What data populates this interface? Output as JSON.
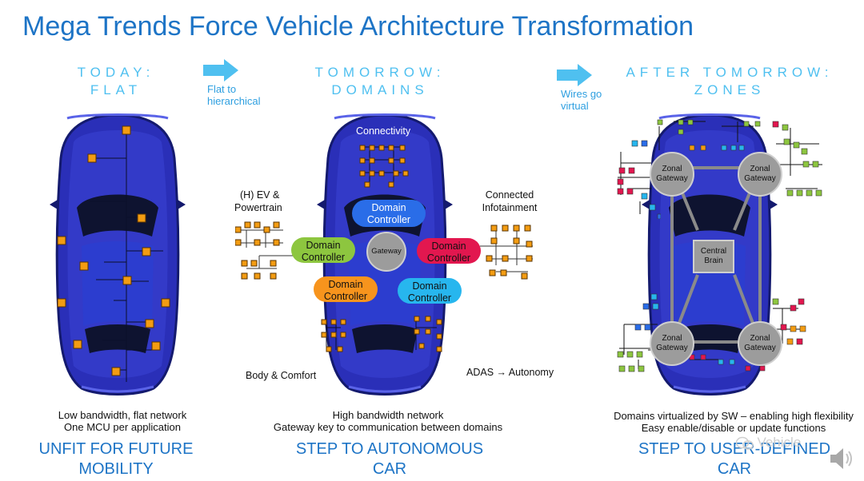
{
  "title": "Mega Trends Force Vehicle Architecture Transformation",
  "stages": {
    "today": {
      "line1": "TODAY:",
      "line2": "FLAT"
    },
    "tomorrow": {
      "line1": "TOMORROW:",
      "line2": "DOMAINS"
    },
    "after": {
      "line1": "AFTER TOMORROW:",
      "line2": "ZONES"
    }
  },
  "arrows": {
    "first": {
      "line1": "Flat to",
      "line2": "hierarchical"
    },
    "second": {
      "line1": "Wires go",
      "line2": "virtual"
    }
  },
  "domains": {
    "connectivity": "Connectivity",
    "ev": {
      "line1": "(H) EV &",
      "line2": "Powertrain"
    },
    "infotainment": {
      "line1": "Connected",
      "line2": "Infotainment"
    },
    "body": "Body & Comfort",
    "adas": "ADAS → Autonomy",
    "controller": {
      "line1": "Domain",
      "line2": "Controller"
    },
    "gateway": "Gateway"
  },
  "zones": {
    "zonal": "Zonal\nGateway",
    "brain": "Central\nBrain"
  },
  "captions": {
    "left": {
      "line1": "Low bandwidth, flat network",
      "line2": "One MCU per application"
    },
    "mid": {
      "line1": "High bandwidth network",
      "line2": "Gateway key to communication between domains"
    },
    "right": {
      "line1": "Domains virtualized by SW – enabling high flexibility",
      "line2": "Easy enable/disable or update functions"
    }
  },
  "footers": {
    "left": {
      "line1": "UNFIT FOR FUTURE",
      "line2": "MOBILITY"
    },
    "mid": {
      "line1": "STEP TO AUTONOMOUS",
      "line2": "CAR"
    },
    "right": {
      "line1": "STEP TO USER-DEFINED",
      "line2": "CAR"
    }
  },
  "watermark": "Vehicle",
  "colors": {
    "title": "#1d74c6",
    "stage": "#4fc0f0",
    "car_body": "#2a2fb8",
    "ecu": "#f39c12",
    "ctrl_blue": "#2a6de8",
    "ctrl_green": "#8dc63f",
    "ctrl_red": "#e2174f",
    "ctrl_orange": "#f7941d",
    "ctrl_cyan": "#27b6ee"
  }
}
